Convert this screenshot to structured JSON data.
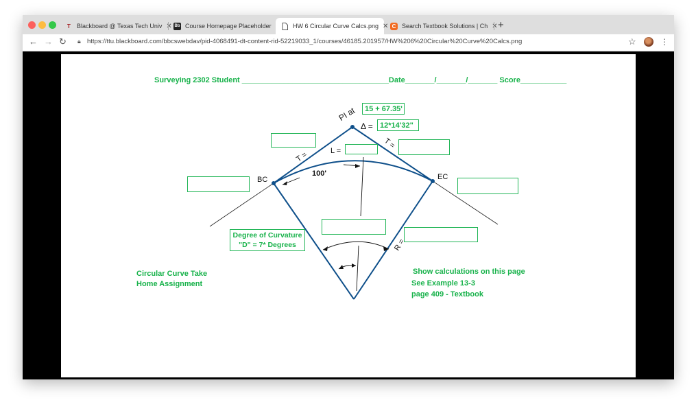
{
  "browser": {
    "tabs": [
      {
        "title": "Blackboard @ Texas Tech Univ",
        "icon": "texas-tech-favicon"
      },
      {
        "title": "Course Homepage Placeholder",
        "icon": "blackboard-favicon"
      },
      {
        "title": "HW 6 Circular Curve Calcs.png",
        "icon": "page-icon"
      },
      {
        "title": "Search Textbook Solutions | Ch",
        "icon": "chegg-favicon"
      }
    ],
    "active_tab": 2,
    "url": "https://ttu.blackboard.com/bbcswebdav/pid-4068491-dt-content-rid-52219033_1/courses/46185.201957/HW%206%20Circular%20Curve%20Calcs.png",
    "colors": {
      "accent_green": "#17b24a",
      "curve_blue": "#0e4f8a"
    }
  },
  "worksheet": {
    "header": "Surveying 2302  Student ___________________________________Date_______/_______/_______ Score___________",
    "pi_label": "PI at",
    "pi_station": "15 + 67.35'",
    "delta_symbol": "Δ =",
    "delta_value": "12*14'32\"",
    "t_left": "T =",
    "t_right": "T =",
    "l_label": "L =",
    "chord_label": "100'",
    "bc_label": "BC",
    "ec_label": "EC",
    "r_label": "R =",
    "degree_line1": "Degree of Curvature",
    "degree_line2": "\"D\" = 7* Degrees",
    "assignment_line1": "Circular Curve Take",
    "assignment_line2": "Home Assignment",
    "calc_line1": "Show calculations on this page",
    "calc_line2": "See Example 13-3",
    "calc_line3": "page 409 - Textbook"
  }
}
